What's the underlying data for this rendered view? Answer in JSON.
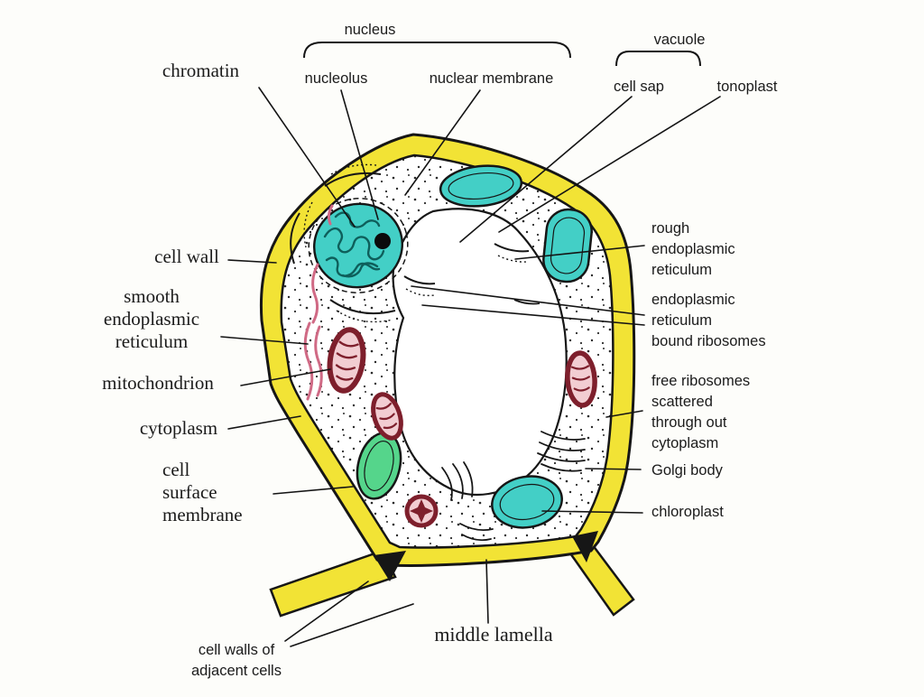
{
  "labels": {
    "nucleus": "nucleus",
    "chromatin": "chromatin",
    "nucleolus": "nucleolus",
    "nuclear_membrane": "nuclear membrane",
    "vacuole": "vacuole",
    "cell_sap": "cell sap",
    "tonoplast": "tonoplast",
    "cell_wall": "cell wall",
    "smooth_er": "smooth\nendoplasmic\nreticulum",
    "mitochondrion": "mitochondrion",
    "cytoplasm": "cytoplasm",
    "cell_surface_membrane": "cell\nsurface\nmembrane",
    "rough_er": "rough\nendoplasmic\nreticulum",
    "er_bound_ribosomes": "endoplasmic\nreticulum\nbound ribosomes",
    "free_ribosomes": "free ribosomes\nscattered\nthrough out\ncytoplasm",
    "golgi_body": "Golgi body",
    "chloroplast": "chloroplast",
    "middle_lamella": "middle lamella",
    "cell_walls_adjacent": "cell walls of\nadjacent cells"
  },
  "colors": {
    "cell_wall_yellow": "#f2e335",
    "organelle_teal": "#43cfc6",
    "chloroplast_green": "#55d58b",
    "mitochondrion_red": "#7e1f2c",
    "mitochondrion_fill": "#f2cdd2",
    "smooth_er_pink": "#d06a85",
    "outline_black": "#161616",
    "background": "#fdfdfa"
  }
}
